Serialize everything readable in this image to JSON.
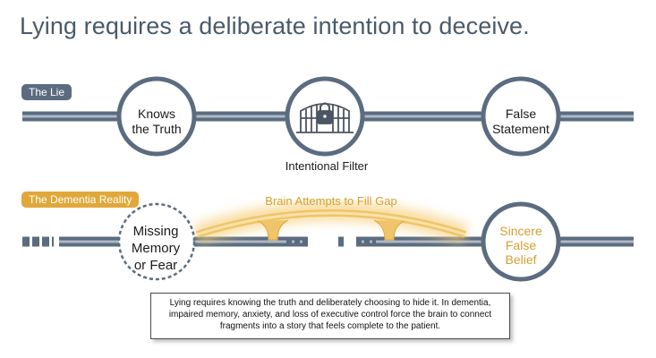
{
  "title": "Lying requires a deliberate intention to deceive.",
  "lie_row": {
    "tag": "The Lie",
    "start_node": "Knows\nthe Truth",
    "filter_label": "Intentional Filter",
    "end_node": "False\nStatement"
  },
  "dementia_row": {
    "tag": "The Dementia Reality",
    "bridge_label": "Brain Attempts to Fill Gap",
    "start_node": "Missing\nMemory\nor Fear",
    "end_node": "Sincere\nFalse\nBelief"
  },
  "note": "Lying requires knowing the truth and deliberately choosing to hide it. In dementia, impaired memory, anxiety, and loss of executive control force the brain to connect fragments into a story that feels complete to the patient.",
  "colors": {
    "track": "#5b6c80",
    "track_light": "#aeb8c4",
    "accent": "#e0a83a",
    "bridge": "#f0c46a"
  },
  "icons": {
    "filter": "gate-padlock-icon"
  }
}
